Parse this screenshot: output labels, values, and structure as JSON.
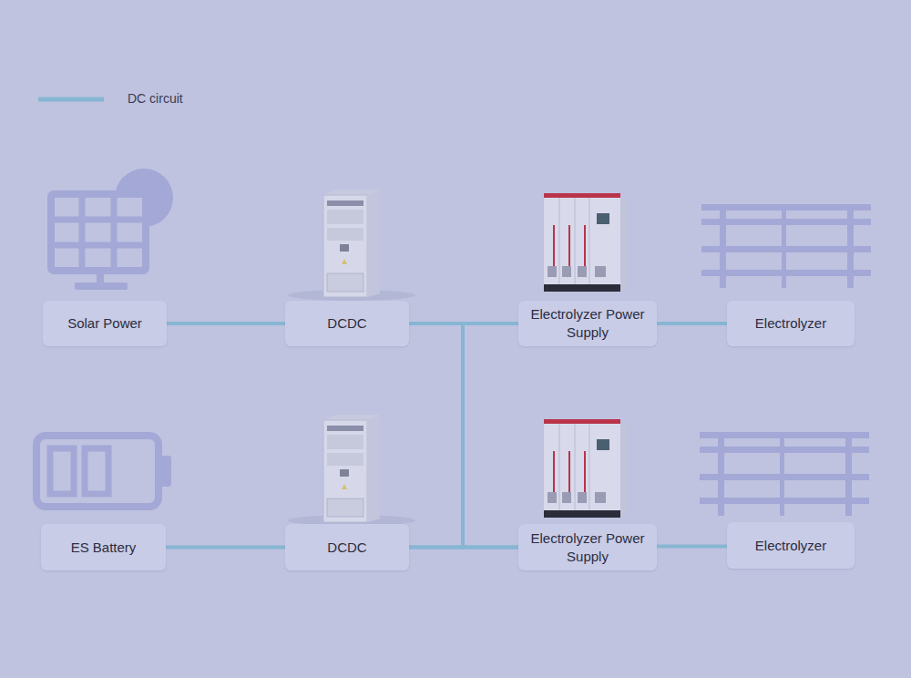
{
  "diagram": {
    "nodes": [
      {
        "text": [
          "Solar Power"
        ]
      },
      {
        "text": [
          "DCDC"
        ]
      },
      {
        "text": [
          "Electrolyzer Power Supply"
        ]
      },
      {
        "text": [
          "Electrolyzer"
        ]
      },
      {
        "text": [
          "ES Battery"
        ]
      },
      {
        "text": [
          "DCDC"
        ]
      },
      {
        "text": [
          "Electrolyzer Power Supply"
        ]
      },
      {
        "text": [
          "Electrolyzer"
        ]
      }
    ],
    "edges": [
      {
        "from": 0,
        "to": 1,
        "arrow": "none"
      },
      {
        "from": 1,
        "to": 2,
        "arrow": "none"
      },
      {
        "from": 1,
        "to": 6,
        "arrow": "none"
      },
      {
        "from": 2,
        "to": 3,
        "arrow": "none"
      },
      {
        "from": 4,
        "to": 5,
        "arrow": "none"
      },
      {
        "from": 5,
        "to": 2,
        "arrow": "none"
      },
      {
        "from": 5,
        "to": 6,
        "arrow": "none"
      },
      {
        "from": 6,
        "to": 7,
        "arrow": "none"
      }
    ],
    "legend": [
      {
        "text": "DC circuit"
      }
    ]
  }
}
